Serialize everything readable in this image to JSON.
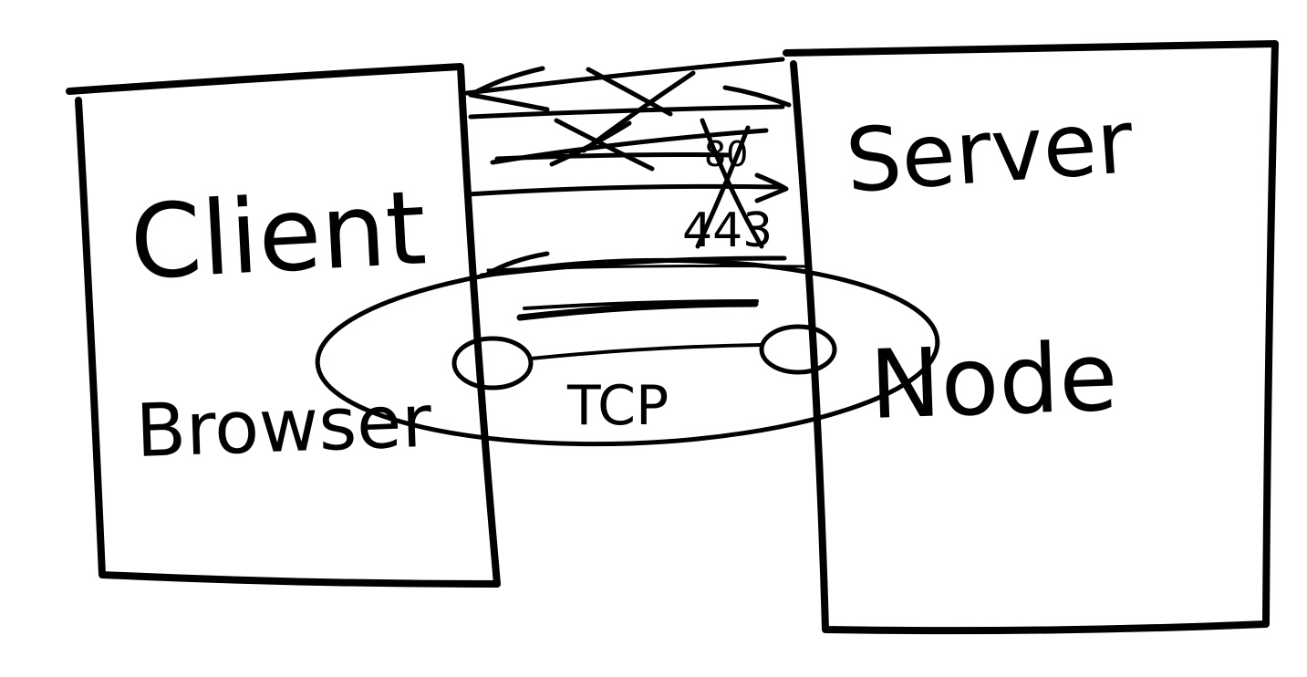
{
  "diagram": {
    "left_box": {
      "label": "Client",
      "sublabel": "Browser"
    },
    "right_box": {
      "label": "Server",
      "sublabel": "Node"
    },
    "connection": {
      "label": "TCP",
      "crossed_port": "80",
      "port": "443"
    }
  },
  "colors": {
    "ink": "#000000",
    "background": "#ffffff"
  }
}
